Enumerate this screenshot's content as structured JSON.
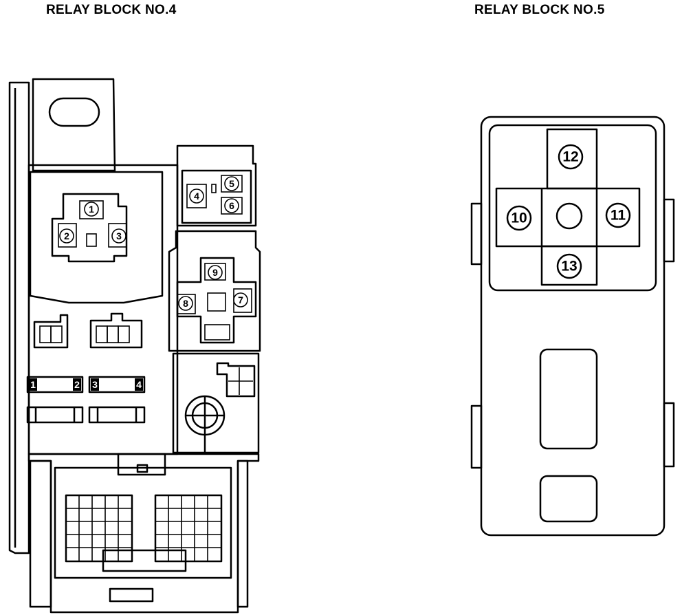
{
  "titles": {
    "block4": "RELAY BLOCK NO.4",
    "block5": "RELAY BLOCK NO.5"
  },
  "block4": {
    "relay_labels": [
      "1",
      "2",
      "3",
      "4",
      "5",
      "6",
      "7",
      "8",
      "9"
    ],
    "fuse_labels": [
      "1",
      "2",
      "3",
      "4"
    ]
  },
  "block5": {
    "relay_labels": [
      "10",
      "11",
      "12",
      "13"
    ]
  }
}
